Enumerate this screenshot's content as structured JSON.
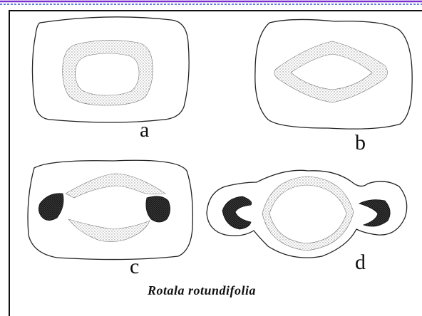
{
  "figure": {
    "panels": [
      {
        "id": "a",
        "label": "a"
      },
      {
        "id": "b",
        "label": "b"
      },
      {
        "id": "c",
        "label": "c"
      },
      {
        "id": "d",
        "label": "d"
      }
    ],
    "caption": "Rotala rotundifolia"
  },
  "colors": {
    "outline": "#222222",
    "tissue_stipple": "#8a8a8a",
    "dark_tissue": "#1a1a1a",
    "top_rule_purple": "#7a2fd0",
    "top_rule_blue": "#3050d0"
  }
}
